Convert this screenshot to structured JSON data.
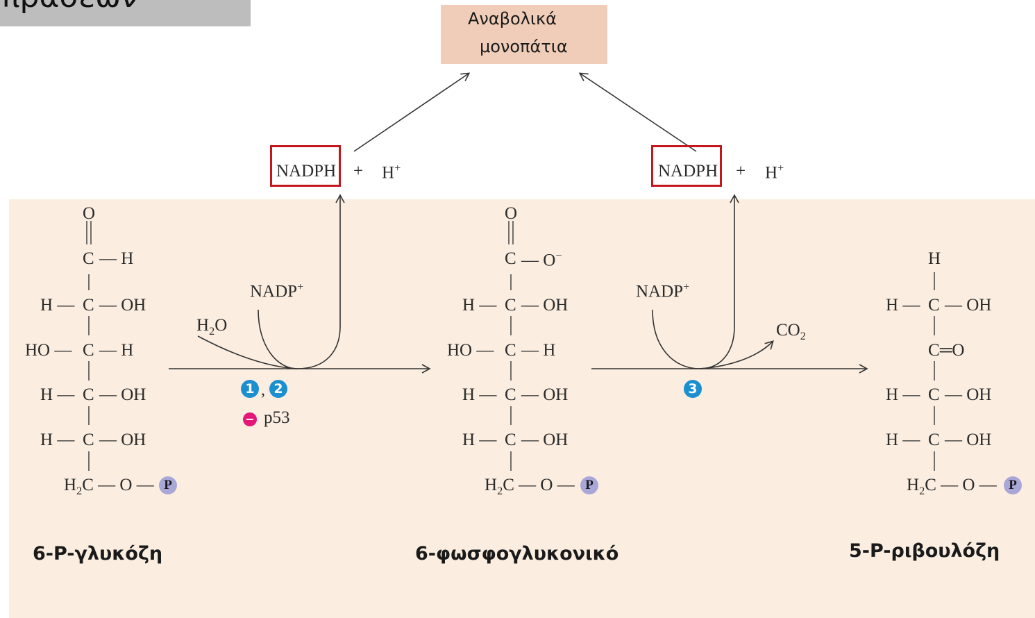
{
  "header_fragment": "πράσεων",
  "anabolic": {
    "line1": "Αναβολικά",
    "line2": "μονοπάτια"
  },
  "products_left": {
    "nadph": "NADPH",
    "plus": "+",
    "h": "H",
    "charge": "+"
  },
  "products_right": {
    "nadph": "NADPH",
    "plus": "+",
    "h": "H",
    "charge": "+"
  },
  "reaction1": {
    "nadp": "NADP",
    "nadp_charge": "+",
    "water_h": "H",
    "water_sub": "2",
    "water_o": "O",
    "enzyme_a": "1",
    "enzyme_sep": ",",
    "enzyme_b": "2",
    "inhibitor_sign": "−",
    "inhibitor": "p53"
  },
  "reaction2": {
    "nadp": "NADP",
    "nadp_charge": "+",
    "co2_c": "CO",
    "co2_sub": "2",
    "enzyme": "3"
  },
  "atoms": {
    "O": "O",
    "C": "C",
    "H": "H",
    "OH": "OH",
    "HO": "HO",
    "O_minus": "−",
    "H2C_h": "H",
    "H2C_sub": "2",
    "H2C_c": "C",
    "phosphate": "P"
  },
  "compounds": {
    "glucose6p": "6-P-γλυκόζη",
    "gluconate6p": "6-φωσφογλυκονικό",
    "ribulose5p": "5-P-ριβουλόζη"
  },
  "colors": {
    "panel": "#fbeee0",
    "box": "#f0cdb8",
    "highlight": "#c4161c",
    "enzyme": "#1b8fd0",
    "inhibitor": "#e3167a",
    "phosphate": "#a9a6d8"
  }
}
